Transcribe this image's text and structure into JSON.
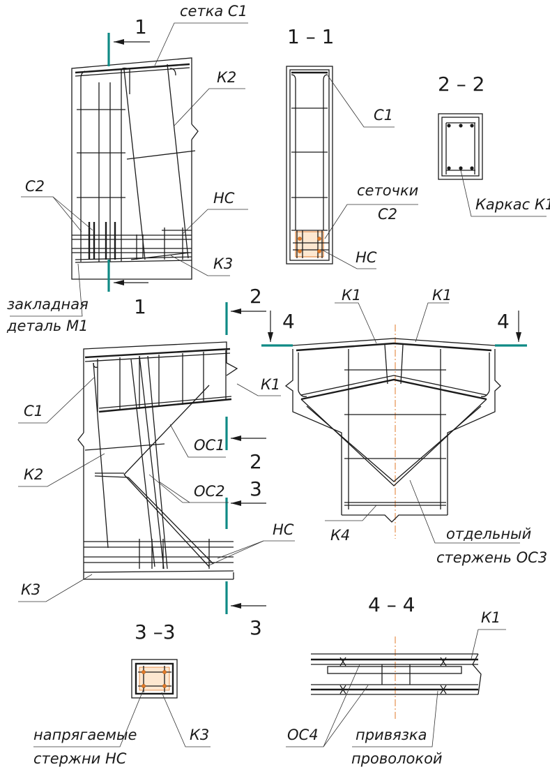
{
  "sections": {
    "s1": "1 – 1",
    "s2": "2 – 2",
    "s3": "3 –3",
    "s4": "4 – 4"
  },
  "cut_marks": {
    "c1": "1",
    "c2": "2",
    "c3": "3",
    "c4": "4"
  },
  "labels": {
    "mesh_c1": "сетка С1",
    "k2": "К2",
    "c1": "С1",
    "c2": "С2",
    "meshes": "сеточки",
    "c2b": "С2",
    "nc": "НС",
    "k3": "К3",
    "frame_k1": "Каркас К1",
    "embedded_line1": "закладная",
    "embedded_line2": "деталь М1",
    "k1": "К1",
    "oc1": "ОС1",
    "oc2": "ОС2",
    "k4": "К4",
    "separate_line1": "отдельный",
    "separate_line2": "стержень ОС3",
    "stressed_line1": "напрягаемые",
    "stressed_line2": "стержни НС",
    "oc4": "ОС4",
    "tie_line1": "привязка",
    "tie_line2": "проволокой"
  }
}
